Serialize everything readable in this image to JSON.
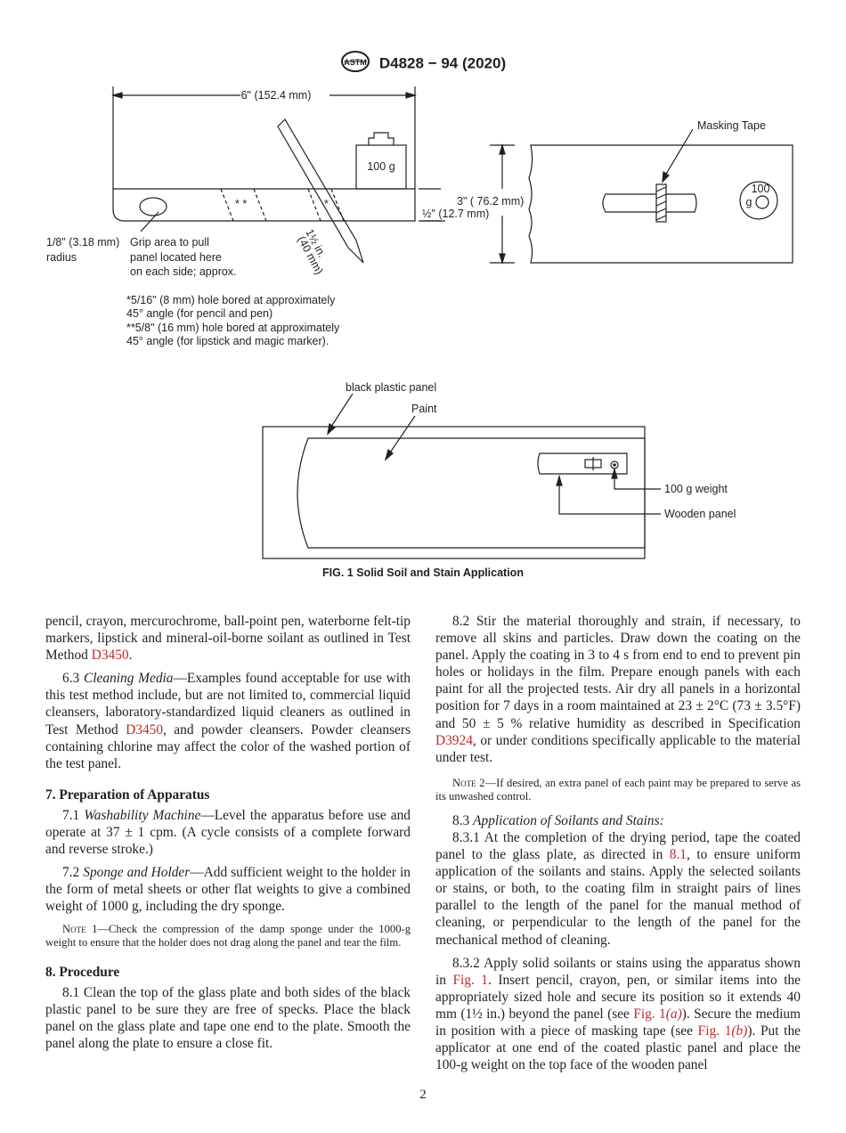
{
  "header": {
    "logo_text": "ASTM",
    "designation": "D4828 − 94 (2020)"
  },
  "figure": {
    "dim_length": "6\" (152.4 mm)",
    "weight_label": "100 g",
    "masking_tape": "Masking Tape",
    "dim_width": "3\" ( 76.2 mm)",
    "dim_thickness": "½\" (12.7 mm)",
    "top_weight_100": "100",
    "top_weight_g": "g",
    "stick_label_1": "1½ in.",
    "stick_label_2": "(40 mm)",
    "radius_1": "1/8\" (3.18 mm)",
    "radius_2": "radius",
    "grip_1": "Grip area to pull",
    "grip_2": "panel located here",
    "grip_3": "on each side; approx.",
    "hole_note_1": "*5/16\" (8 mm) hole bored at approximately",
    "hole_note_2": "45° angle (for pencil and pen)",
    "hole_note_3": "**5/8\" (16 mm) hole bored at approximately",
    "hole_note_4": "45° angle (for lipstick and magic marker).",
    "black_panel": "black plastic panel",
    "paint": "Paint",
    "weight_100g": "100 g weight",
    "wooden_panel": "Wooden panel",
    "caption": "FIG. 1 Solid Soil and Stain Application"
  },
  "left": {
    "p1a": "pencil, crayon, mercurochrome, ball-point pen, waterborne felt-tip markers, lipstick and mineral-oil-borne soilant as outlined in Test Method ",
    "p1_link": "D3450",
    "p1b": ".",
    "p2_num": "6.3 ",
    "p2_title": "Cleaning Media",
    "p2a": "—Examples found acceptable for use with this test method include, but are not limited to, commercial liquid cleansers, laboratory-standardized liquid cleaners as outlined in Test Method ",
    "p2_link": "D3450",
    "p2b": ", and powder cleansers. Powder cleansers containing chlorine may affect the color of the washed portion of the test panel.",
    "h7": "7. Preparation of Apparatus",
    "p3_num": "7.1 ",
    "p3_title": "Washability Machine",
    "p3": "—Level the apparatus before use and operate at 37 ± 1 cpm. (A cycle consists of a complete forward and reverse stroke.)",
    "p4_num": "7.2 ",
    "p4_title": "Sponge and Holder",
    "p4": "—Add sufficient weight to the holder in the form of metal sheets or other flat weights to give a combined weight of 1000 g, including the dry sponge.",
    "note1_label": "Note 1",
    "note1": "—Check the compression of the damp sponge under the 1000-g weight to ensure that the holder does not drag along the panel and tear the film.",
    "h8": "8. Procedure",
    "p5": "8.1 Clean the top of the glass plate and both sides of the black plastic panel to be sure they are free of specks. Place the black panel on the glass plate and tape one end to the plate. Smooth the panel along the plate to ensure a close fit."
  },
  "right": {
    "p1a": "8.2 Stir the material thoroughly and strain, if necessary, to remove all skins and particles. Draw down the coating on the panel. Apply the coating in 3 to 4 s from end to end to prevent pin holes or holidays in the film. Prepare enough panels with each paint for all the projected tests. Air dry all panels in a horizontal position for 7 days in a room maintained at 23 ± 2°C (73 ± 3.5°F) and 50 ± 5 % relative humidity as described in Specification ",
    "p1_link": "D3924",
    "p1b": ", or under conditions specifically applicable to the material under test.",
    "note2_label": "Note 2",
    "note2": "—If desired, an extra panel of each paint may be prepared to serve as its unwashed control.",
    "p2_num": "8.3 ",
    "p2_title": "Application of Soilants and Stains:",
    "p3a": "8.3.1 At the completion of the drying period, tape the coated panel to the glass plate, as directed in ",
    "p3_link": "8.1",
    "p3b": ", to ensure uniform application of the soilants and stains. Apply the selected soilants or stains, or both, to the coating film in straight pairs of lines parallel to the length of the panel for the manual method of cleaning, or perpendicular to the length of the panel for the mechanical method of cleaning.",
    "p4a": "8.3.2 Apply solid soilants or stains using the apparatus shown in ",
    "p4_link1": "Fig. 1",
    "p4b": ". Insert pencil, crayon, pen, or similar items into the appropriately sized hole and secure its position so it extends 40 mm (1½ in.) beyond the panel (see ",
    "p4_link2": "Fig. 1",
    "p4_link2_paren": "(a)",
    "p4c": "). Secure the medium in position with a piece of masking tape (see ",
    "p4_link3": "Fig. 1",
    "p4_link3_paren": "(b)",
    "p4d": "). Put the applicator at one end of the coated plastic panel and place the 100-g weight on the top face of the wooden panel"
  },
  "page_number": "2"
}
